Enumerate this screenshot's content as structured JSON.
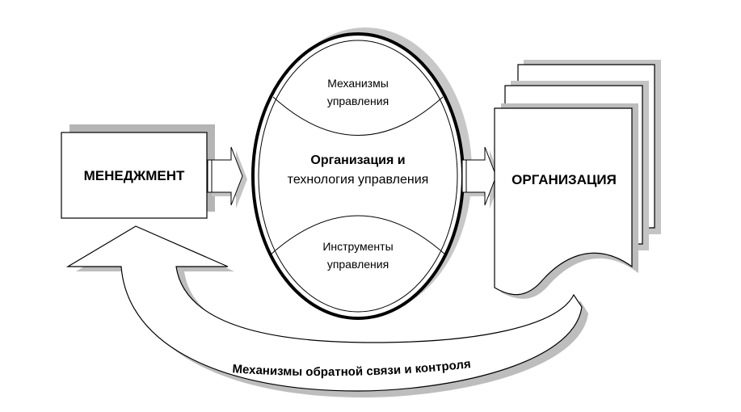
{
  "diagram": {
    "left_box": {
      "label": "МЕНЕДЖМЕНТ"
    },
    "right_box": {
      "label": "ОРГАНИЗАЦИЯ"
    },
    "ellipse": {
      "top_line1": "Механизмы",
      "top_line2": "управления",
      "center_line1": "Организация и",
      "center_line2": "технология управления",
      "bottom_line1": "Инструменты",
      "bottom_line2": "управления"
    },
    "feedback": {
      "label": "Механизмы обратной связи и контроля"
    }
  }
}
